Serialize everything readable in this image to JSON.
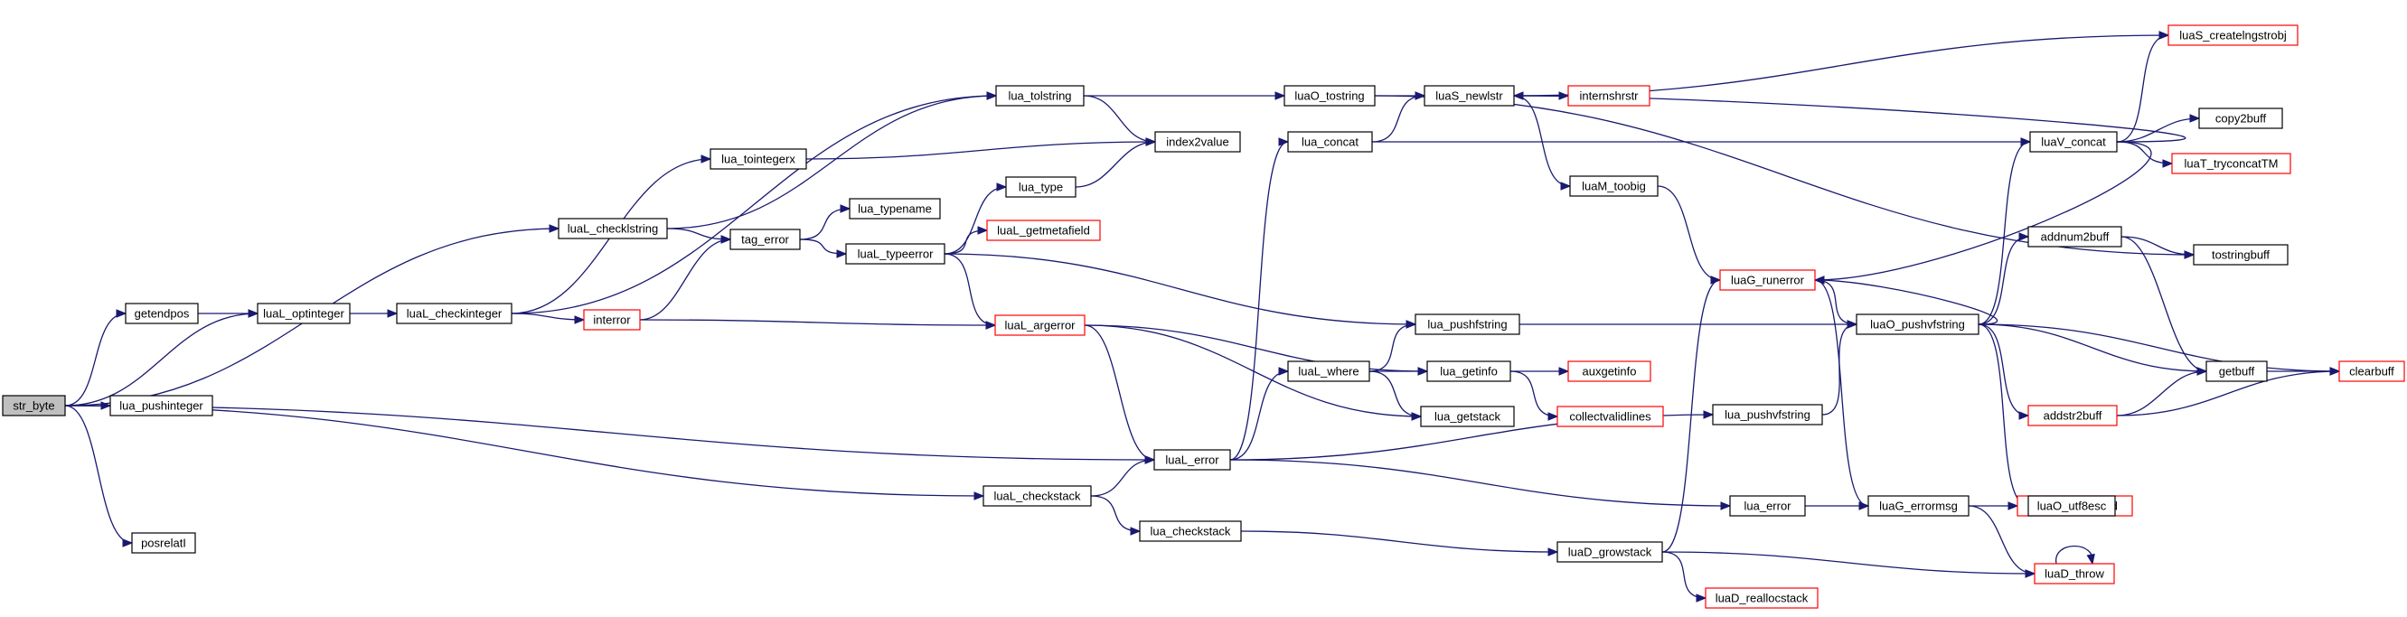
{
  "diagram": {
    "type": "call-graph",
    "colors": {
      "edge": "#191970",
      "truncated_border": "#ff0000",
      "root_fill": "#bfbfbf"
    },
    "nodes": [
      {
        "id": "str_byte",
        "label": "str_byte",
        "style": "root"
      },
      {
        "id": "getendpos",
        "label": "getendpos",
        "style": "normal"
      },
      {
        "id": "lua_pushinteger",
        "label": "lua_pushinteger",
        "style": "normal"
      },
      {
        "id": "posrelatI",
        "label": "posrelatI",
        "style": "normal"
      },
      {
        "id": "luaL_checklstring",
        "label": "luaL_checklstring",
        "style": "normal"
      },
      {
        "id": "luaL_optinteger",
        "label": "luaL_optinteger",
        "style": "normal"
      },
      {
        "id": "luaL_checkinteger",
        "label": "luaL_checkinteger",
        "style": "normal"
      },
      {
        "id": "lua_tointegerx",
        "label": "lua_tointegerx",
        "style": "normal"
      },
      {
        "id": "lua_tolstring",
        "label": "lua_tolstring",
        "style": "normal"
      },
      {
        "id": "index2value",
        "label": "index2value",
        "style": "normal"
      },
      {
        "id": "lua_typename",
        "label": "lua_typename",
        "style": "normal"
      },
      {
        "id": "tag_error",
        "label": "tag_error",
        "style": "normal"
      },
      {
        "id": "lua_type",
        "label": "lua_type",
        "style": "normal"
      },
      {
        "id": "luaL_typeerror",
        "label": "luaL_typeerror",
        "style": "normal"
      },
      {
        "id": "luaL_getmetafield",
        "label": "luaL_getmetafield",
        "style": "truncated"
      },
      {
        "id": "interror",
        "label": "interror",
        "style": "truncated"
      },
      {
        "id": "luaL_argerror",
        "label": "luaL_argerror",
        "style": "truncated"
      },
      {
        "id": "luaL_checkstack",
        "label": "luaL_checkstack",
        "style": "normal"
      },
      {
        "id": "luaL_error",
        "label": "luaL_error",
        "style": "normal"
      },
      {
        "id": "lua_checkstack",
        "label": "lua_checkstack",
        "style": "normal"
      },
      {
        "id": "luaO_tostring",
        "label": "luaO_tostring",
        "style": "normal"
      },
      {
        "id": "lua_concat",
        "label": "lua_concat",
        "style": "normal"
      },
      {
        "id": "luaL_where",
        "label": "luaL_where",
        "style": "normal"
      },
      {
        "id": "luaS_newlstr",
        "label": "luaS_newlstr",
        "style": "normal"
      },
      {
        "id": "internshrstr",
        "label": "internshrstr",
        "style": "truncated"
      },
      {
        "id": "luaM_toobig",
        "label": "luaM_toobig",
        "style": "normal"
      },
      {
        "id": "lua_pushfstring",
        "label": "lua_pushfstring",
        "style": "normal"
      },
      {
        "id": "lua_getinfo",
        "label": "lua_getinfo",
        "style": "normal"
      },
      {
        "id": "auxgetinfo",
        "label": "auxgetinfo",
        "style": "truncated"
      },
      {
        "id": "collectvalidlines",
        "label": "collectvalidlines",
        "style": "truncated"
      },
      {
        "id": "lua_getstack",
        "label": "lua_getstack",
        "style": "normal"
      },
      {
        "id": "lua_pushvfstring",
        "label": "lua_pushvfstring",
        "style": "normal"
      },
      {
        "id": "lua_error",
        "label": "lua_error",
        "style": "normal"
      },
      {
        "id": "luaD_growstack",
        "label": "luaD_growstack",
        "style": "normal"
      },
      {
        "id": "luaD_reallocstack",
        "label": "luaD_reallocstack",
        "style": "truncated"
      },
      {
        "id": "luaG_runerror",
        "label": "luaG_runerror",
        "style": "truncated"
      },
      {
        "id": "luaO_pushvfstring",
        "label": "luaO_pushvfstring",
        "style": "normal"
      },
      {
        "id": "luaG_errormsg",
        "label": "luaG_errormsg",
        "style": "normal"
      },
      {
        "id": "luaD_callnoyield",
        "label": "luaD_callnoyield",
        "style": "truncated"
      },
      {
        "id": "luaD_throw",
        "label": "luaD_throw",
        "style": "truncated"
      },
      {
        "id": "luaV_concat",
        "label": "luaV_concat",
        "style": "normal"
      },
      {
        "id": "luaS_createlngstrobj",
        "label": "luaS_createlngstrobj",
        "style": "truncated"
      },
      {
        "id": "copy2buff",
        "label": "copy2buff",
        "style": "normal"
      },
      {
        "id": "luaT_tryconcatTM",
        "label": "luaT_tryconcatTM",
        "style": "truncated"
      },
      {
        "id": "tostringbuff",
        "label": "tostringbuff",
        "style": "normal"
      },
      {
        "id": "addnum2buff",
        "label": "addnum2buff",
        "style": "normal"
      },
      {
        "id": "getbuff",
        "label": "getbuff",
        "style": "normal"
      },
      {
        "id": "clearbuff",
        "label": "clearbuff",
        "style": "truncated"
      },
      {
        "id": "addstr2buff",
        "label": "addstr2buff",
        "style": "truncated"
      },
      {
        "id": "luaO_utf8esc",
        "label": "luaO_utf8esc",
        "style": "normal"
      }
    ],
    "edges": [
      [
        "str_byte",
        "getendpos"
      ],
      [
        "str_byte",
        "luaL_optinteger"
      ],
      [
        "str_byte",
        "lua_pushinteger"
      ],
      [
        "str_byte",
        "posrelatI"
      ],
      [
        "str_byte",
        "luaL_checklstring"
      ],
      [
        "str_byte",
        "luaL_error"
      ],
      [
        "str_byte",
        "luaL_checkstack"
      ],
      [
        "getendpos",
        "luaL_optinteger"
      ],
      [
        "luaL_optinteger",
        "luaL_checkinteger"
      ],
      [
        "luaL_checkinteger",
        "lua_tointegerx"
      ],
      [
        "luaL_checkinteger",
        "interror"
      ],
      [
        "luaL_checkinteger",
        "lua_tolstring"
      ],
      [
        "luaL_checklstring",
        "lua_tolstring"
      ],
      [
        "luaL_checklstring",
        "tag_error"
      ],
      [
        "lua_tointegerx",
        "index2value"
      ],
      [
        "lua_tolstring",
        "index2value"
      ],
      [
        "lua_tolstring",
        "luaO_tostring"
      ],
      [
        "interror",
        "tag_error"
      ],
      [
        "interror",
        "luaL_argerror"
      ],
      [
        "tag_error",
        "lua_typename"
      ],
      [
        "tag_error",
        "luaL_typeerror"
      ],
      [
        "luaL_typeerror",
        "lua_type"
      ],
      [
        "luaL_typeerror",
        "luaL_getmetafield"
      ],
      [
        "luaL_typeerror",
        "luaL_argerror"
      ],
      [
        "luaL_typeerror",
        "lua_pushfstring"
      ],
      [
        "lua_type",
        "index2value"
      ],
      [
        "luaL_argerror",
        "luaL_error"
      ],
      [
        "luaL_argerror",
        "lua_getinfo"
      ],
      [
        "luaL_argerror",
        "lua_getstack"
      ],
      [
        "luaL_checkstack",
        "luaL_error"
      ],
      [
        "luaL_checkstack",
        "lua_checkstack"
      ],
      [
        "luaL_error",
        "lua_concat"
      ],
      [
        "luaL_error",
        "luaL_where"
      ],
      [
        "luaL_error",
        "lua_pushvfstring"
      ],
      [
        "luaL_error",
        "lua_error"
      ],
      [
        "lua_checkstack",
        "luaD_growstack"
      ],
      [
        "luaO_tostring",
        "luaS_newlstr"
      ],
      [
        "luaO_tostring",
        "tostringbuff"
      ],
      [
        "lua_concat",
        "luaS_newlstr"
      ],
      [
        "lua_concat",
        "luaV_concat"
      ],
      [
        "luaL_where",
        "lua_pushfstring"
      ],
      [
        "luaL_where",
        "lua_getinfo"
      ],
      [
        "luaL_where",
        "lua_getstack"
      ],
      [
        "luaS_newlstr",
        "internshrstr"
      ],
      [
        "luaS_newlstr",
        "luaM_toobig"
      ],
      [
        "luaS_newlstr",
        "luaS_createlngstrobj"
      ],
      [
        "luaM_toobig",
        "luaG_runerror"
      ],
      [
        "lua_pushfstring",
        "luaO_pushvfstring"
      ],
      [
        "lua_getinfo",
        "auxgetinfo"
      ],
      [
        "lua_getinfo",
        "collectvalidlines"
      ],
      [
        "lua_pushvfstring",
        "luaO_pushvfstring"
      ],
      [
        "lua_error",
        "luaG_errormsg"
      ],
      [
        "luaD_growstack",
        "luaG_runerror"
      ],
      [
        "luaD_growstack",
        "luaD_reallocstack"
      ],
      [
        "luaD_growstack",
        "luaD_throw"
      ],
      [
        "luaG_runerror",
        "luaO_pushvfstring"
      ],
      [
        "luaG_runerror",
        "luaG_errormsg"
      ],
      [
        "luaO_pushvfstring",
        "luaG_runerror"
      ],
      [
        "luaO_pushvfstring",
        "luaV_concat"
      ],
      [
        "luaO_pushvfstring",
        "addnum2buff"
      ],
      [
        "luaO_pushvfstring",
        "getbuff"
      ],
      [
        "luaO_pushvfstring",
        "clearbuff"
      ],
      [
        "luaO_pushvfstring",
        "addstr2buff"
      ],
      [
        "luaO_pushvfstring",
        "luaO_utf8esc"
      ],
      [
        "luaG_errormsg",
        "luaD_callnoyield"
      ],
      [
        "luaG_errormsg",
        "luaD_throw"
      ],
      [
        "luaD_throw",
        "luaD_throw"
      ],
      [
        "luaV_concat",
        "luaS_newlstr"
      ],
      [
        "luaV_concat",
        "luaS_createlngstrobj"
      ],
      [
        "luaV_concat",
        "copy2buff"
      ],
      [
        "luaV_concat",
        "luaT_tryconcatTM"
      ],
      [
        "luaV_concat",
        "luaG_runerror"
      ],
      [
        "addnum2buff",
        "tostringbuff"
      ],
      [
        "addnum2buff",
        "getbuff"
      ],
      [
        "getbuff",
        "clearbuff"
      ],
      [
        "addstr2buff",
        "getbuff"
      ],
      [
        "addstr2buff",
        "clearbuff"
      ]
    ]
  }
}
